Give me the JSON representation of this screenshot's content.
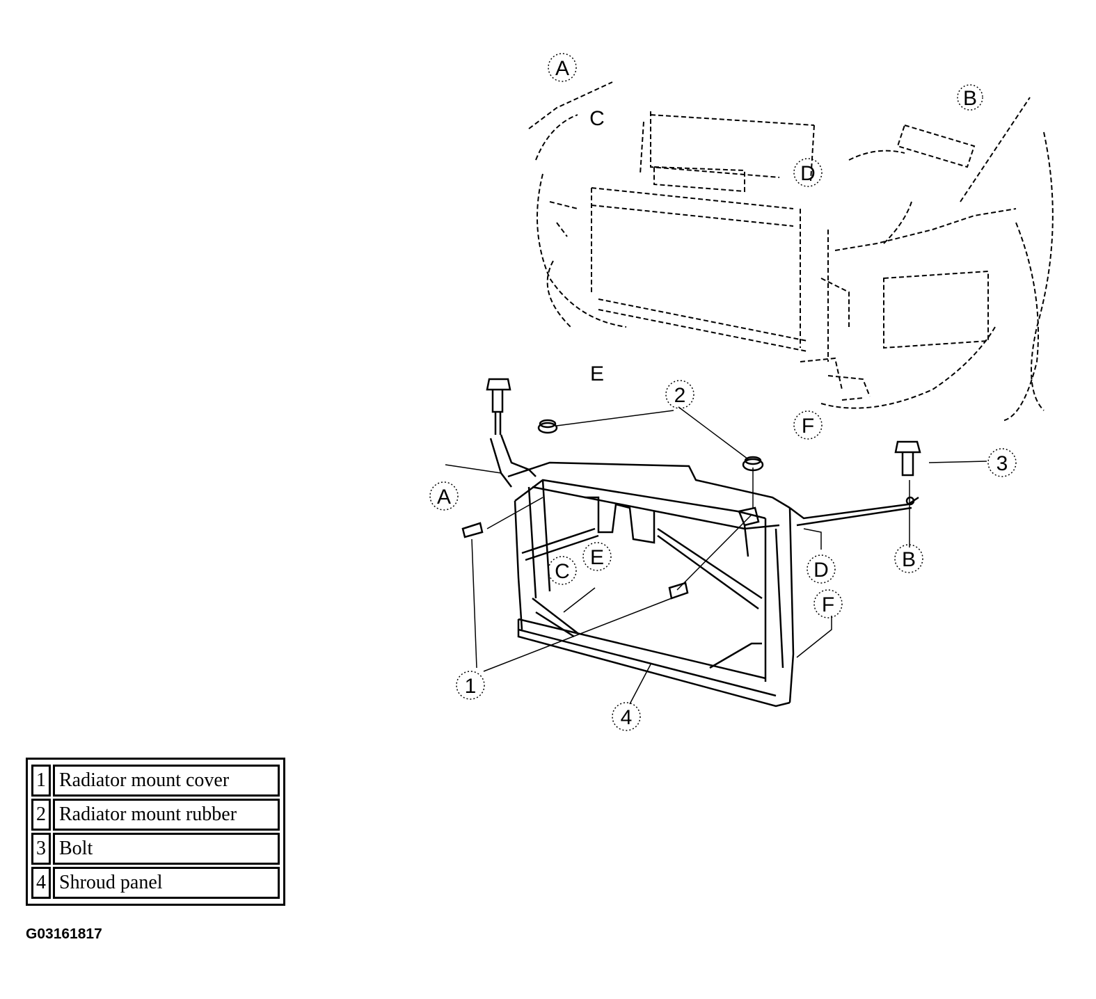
{
  "diagram": {
    "letters": [
      "A",
      "B",
      "C",
      "D",
      "E",
      "F"
    ],
    "numbers": [
      "1",
      "2",
      "3",
      "4"
    ]
  },
  "legend": [
    {
      "num": "1",
      "label": "Radiator mount cover"
    },
    {
      "num": "2",
      "label": "Radiator mount rubber"
    },
    {
      "num": "3",
      "label": "Bolt"
    },
    {
      "num": "4",
      "label": "Shroud panel"
    }
  ],
  "figure_id": "G03161817"
}
